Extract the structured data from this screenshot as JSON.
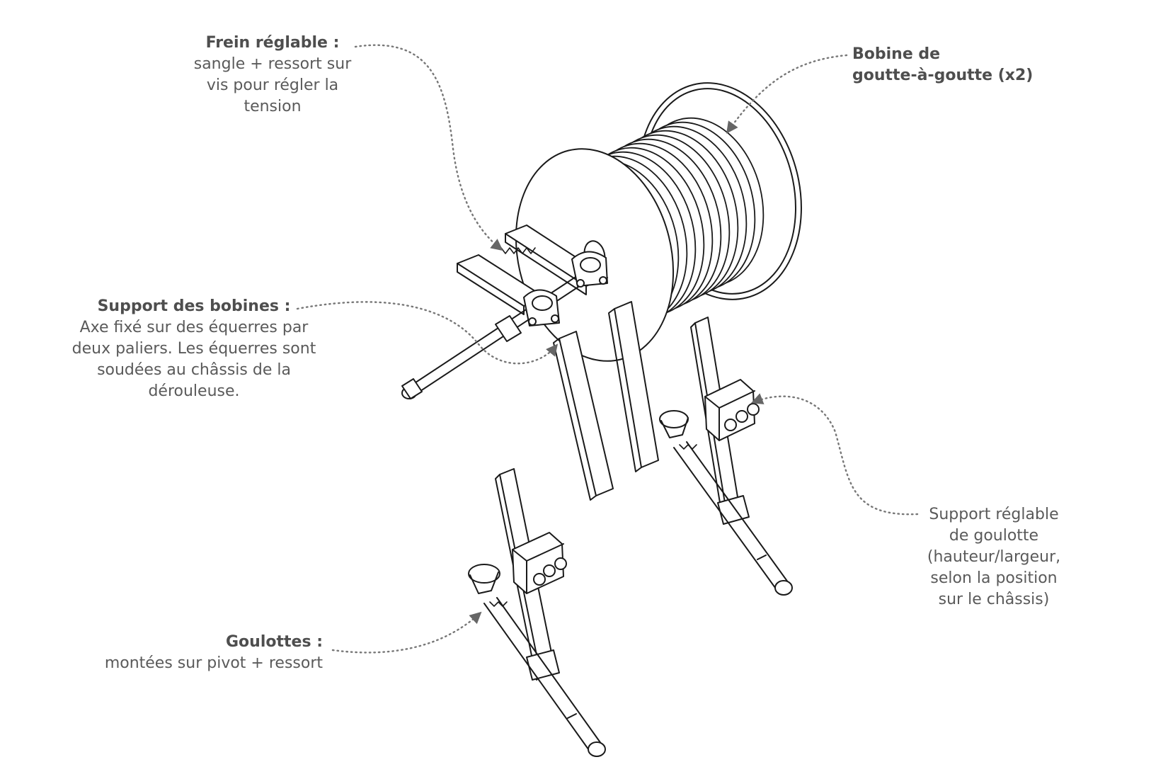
{
  "colors": {
    "ink": "#1a1a1a",
    "leader": "#777777",
    "text": "#5a5a5a",
    "title": "#4e4e4e"
  },
  "labels": {
    "frein": {
      "title": "Frein réglable :",
      "lines": [
        "sangle + ressort sur",
        "vis pour régler la",
        "tension"
      ]
    },
    "bobine": {
      "title_lines": [
        "Bobine de",
        "goutte-à-goutte (x2)"
      ]
    },
    "support_bobines": {
      "title": "Support des bobines :",
      "lines": [
        "Axe fixé sur des équerres par",
        "deux paliers. Les équerres sont",
        "soudées au châssis de la",
        "dérouleuse."
      ]
    },
    "support_goulotte": {
      "lines": [
        "Support réglable",
        "de goulotte",
        "(hauteur/largeur,",
        "selon la position",
        "sur le châssis)"
      ]
    },
    "goulottes": {
      "title": "Goulottes :",
      "lines": [
        "montées sur pivot + ressort"
      ]
    }
  }
}
